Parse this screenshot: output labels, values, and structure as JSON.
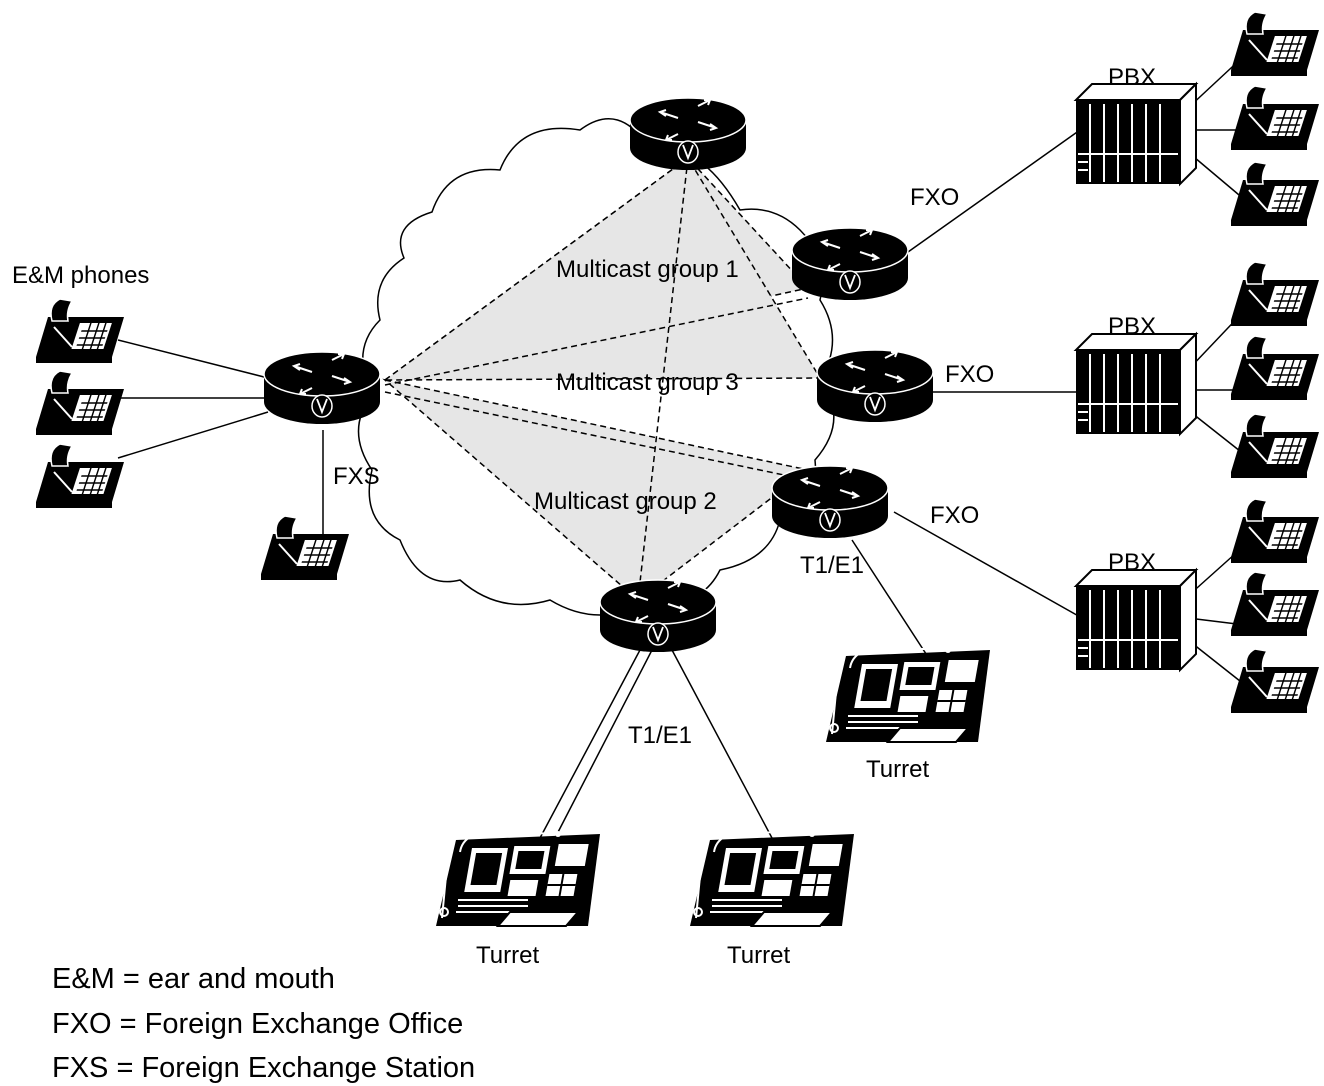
{
  "labels": {
    "em_phones": "E&M phones",
    "fxs": "FXS",
    "fxo_top": "FXO",
    "fxo_mid": "FXO",
    "fxo_bot": "FXO",
    "pbx_top": "PBX",
    "pbx_mid": "PBX",
    "pbx_bot": "PBX",
    "multicast_1": "Multicast group 1",
    "multicast_3": "Multicast group 3",
    "multicast_2": "Multicast group 2",
    "t1e1_right": "T1/E1",
    "t1e1_bottom": "T1/E1",
    "turret_right": "Turret",
    "turret_left": "Turret",
    "turret_center": "Turret"
  },
  "legend": [
    "E&M = ear and mouth",
    "FXO = Foreign Exchange Office",
    "FXS = Foreign Exchange Station"
  ],
  "icons": {
    "router": "router-icon",
    "voice_router": "voice-router-icon",
    "phone": "telephone-icon",
    "pbx": "pbx-icon",
    "turret": "trading-turret-icon",
    "cloud": "network-cloud-icon"
  },
  "colors": {
    "foreground": "#000000",
    "background": "#ffffff",
    "multicast_fill": "#e6e6e6"
  }
}
